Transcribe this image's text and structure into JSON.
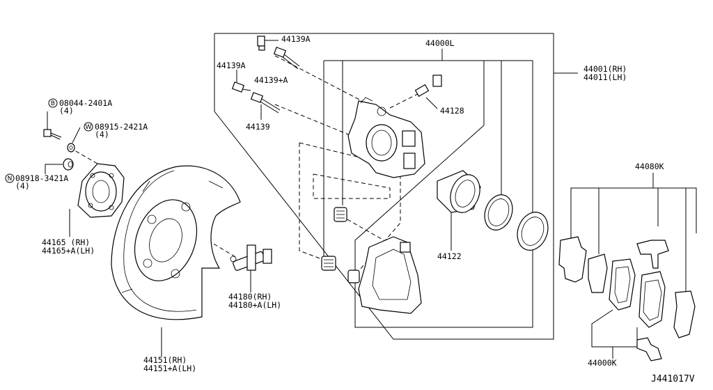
{
  "parts": {
    "bolt_08044": "08044-2401A",
    "bolt_08044_qty": "(4)",
    "bolt_08044_prefix": "B",
    "washer_08915": "08915-2421A",
    "washer_08915_qty": "(4)",
    "washer_08915_prefix": "W",
    "nut_08918": "08918-3421A",
    "nut_08918_qty": "(4)",
    "nut_08918_prefix": "N",
    "hub_44165": "44165 (RH)",
    "hub_44165a": "44165+A(LH)",
    "plate_44151": "44151(RH)",
    "plate_44151a": "44151+A(LH)",
    "lever_44180": "44180(RH)",
    "lever_44180a": "44180+A(LH)",
    "pin_44139a_top": "44139A",
    "pin_44139a_left": "44139A",
    "pin_44139_plus": "44139+A",
    "pin_44139": "44139",
    "caliper_44000l": "44000L",
    "bleeder_44128": "44128",
    "piston_44122": "44122",
    "assy_44001": "44001(RH)",
    "assy_44011": "44011(LH)",
    "pads_44080k": "44080K",
    "pads_44000k": "44000K",
    "diagram_code": "J441017V"
  }
}
